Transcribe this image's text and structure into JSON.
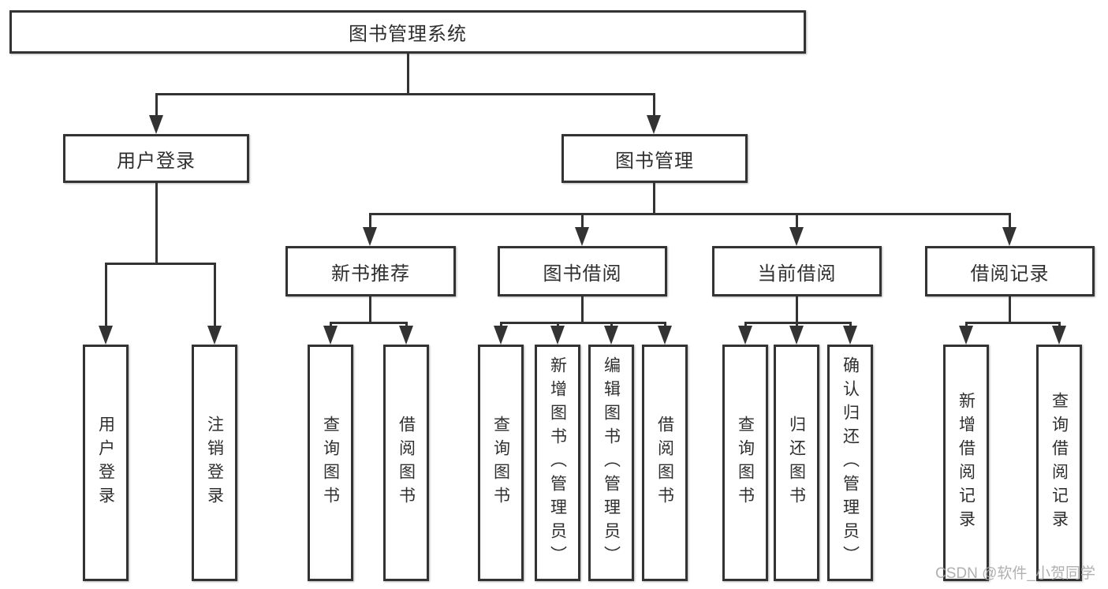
{
  "diagram": {
    "title_node": "图书管理系统",
    "root": {
      "label": "图书管理系统"
    },
    "level2": [
      {
        "label": "用户登录"
      },
      {
        "label": "图书管理"
      }
    ],
    "level3": [
      {
        "label": "新书推荐"
      },
      {
        "label": "图书借阅"
      },
      {
        "label": "当前借阅"
      },
      {
        "label": "借阅记录"
      }
    ],
    "leaves": [
      {
        "label": "用户登录"
      },
      {
        "label": "注销登录"
      },
      {
        "label": "查询图书"
      },
      {
        "label": "借阅图书"
      },
      {
        "label": "查询图书"
      },
      {
        "label": "新增图书（管理员）"
      },
      {
        "label": "编辑图书（管理员）"
      },
      {
        "label": "借阅图书"
      },
      {
        "label": "查询图书"
      },
      {
        "label": "归还图书"
      },
      {
        "label": "确认归还（管理员）"
      },
      {
        "label": "新增借阅记录"
      },
      {
        "label": "查询借阅记录"
      }
    ]
  },
  "watermark": {
    "text": "CSDN @软件_小贺同学"
  },
  "colors": {
    "line": "#333333",
    "text": "#2f2f2f",
    "watermark": "#a8a8a8",
    "background": "#ffffff"
  }
}
